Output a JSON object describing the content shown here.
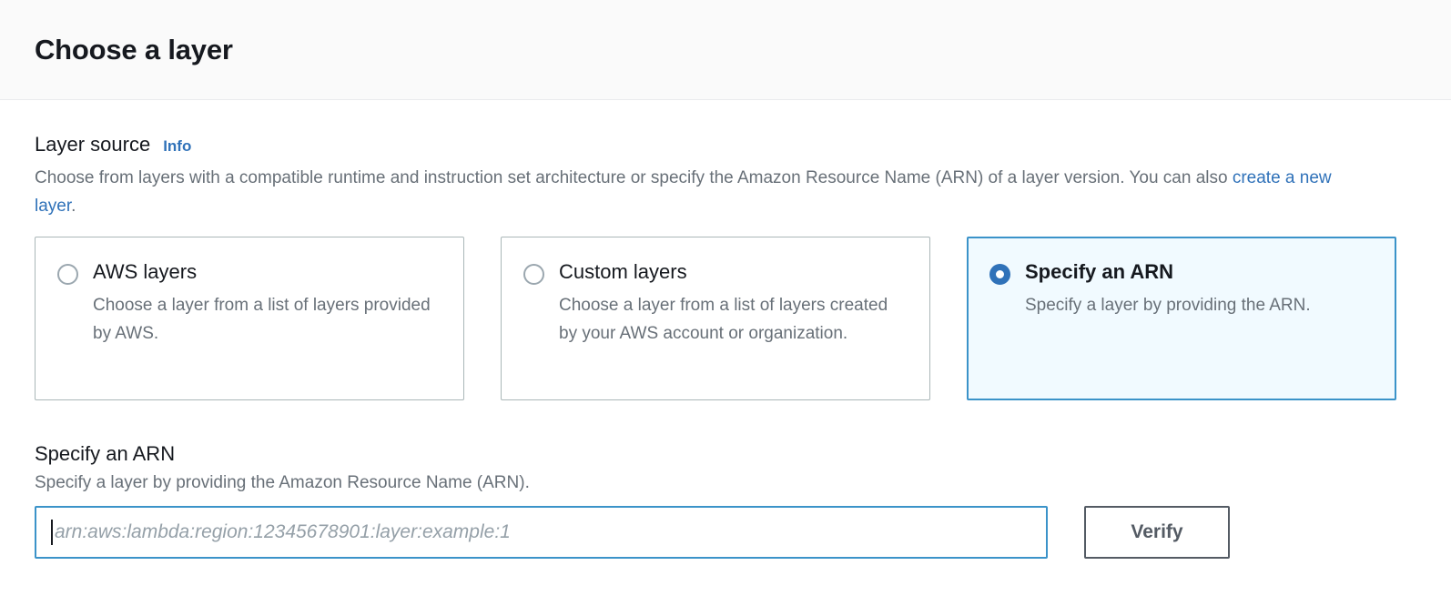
{
  "header": {
    "title": "Choose a layer"
  },
  "layer_source": {
    "label": "Layer source",
    "info_label": "Info",
    "description_before": "Choose from layers with a compatible runtime and instruction set architecture or specify the Amazon Resource Name (ARN) of a layer version. You can also ",
    "description_link": "create a new layer",
    "description_after": ".",
    "options": [
      {
        "title": "AWS layers",
        "description": "Choose a layer from a list of layers provided by AWS.",
        "selected": false
      },
      {
        "title": "Custom layers",
        "description": "Choose a layer from a list of layers created by your AWS account or organization.",
        "selected": false
      },
      {
        "title": "Specify an ARN",
        "description": "Specify a layer by providing the ARN.",
        "selected": true
      }
    ]
  },
  "arn_section": {
    "heading": "Specify an ARN",
    "description": "Specify a layer by providing the Amazon Resource Name (ARN).",
    "input_value": "",
    "input_placeholder": "arn:aws:lambda:region:12345678901:layer:example:1",
    "verify_label": "Verify"
  },
  "colors": {
    "accent_blue": "#3072b9",
    "selected_border": "#3b93c9",
    "selected_bg": "#f1faff",
    "text_dark": "#16191f",
    "text_muted": "#687078",
    "button_border": "#545b64"
  }
}
